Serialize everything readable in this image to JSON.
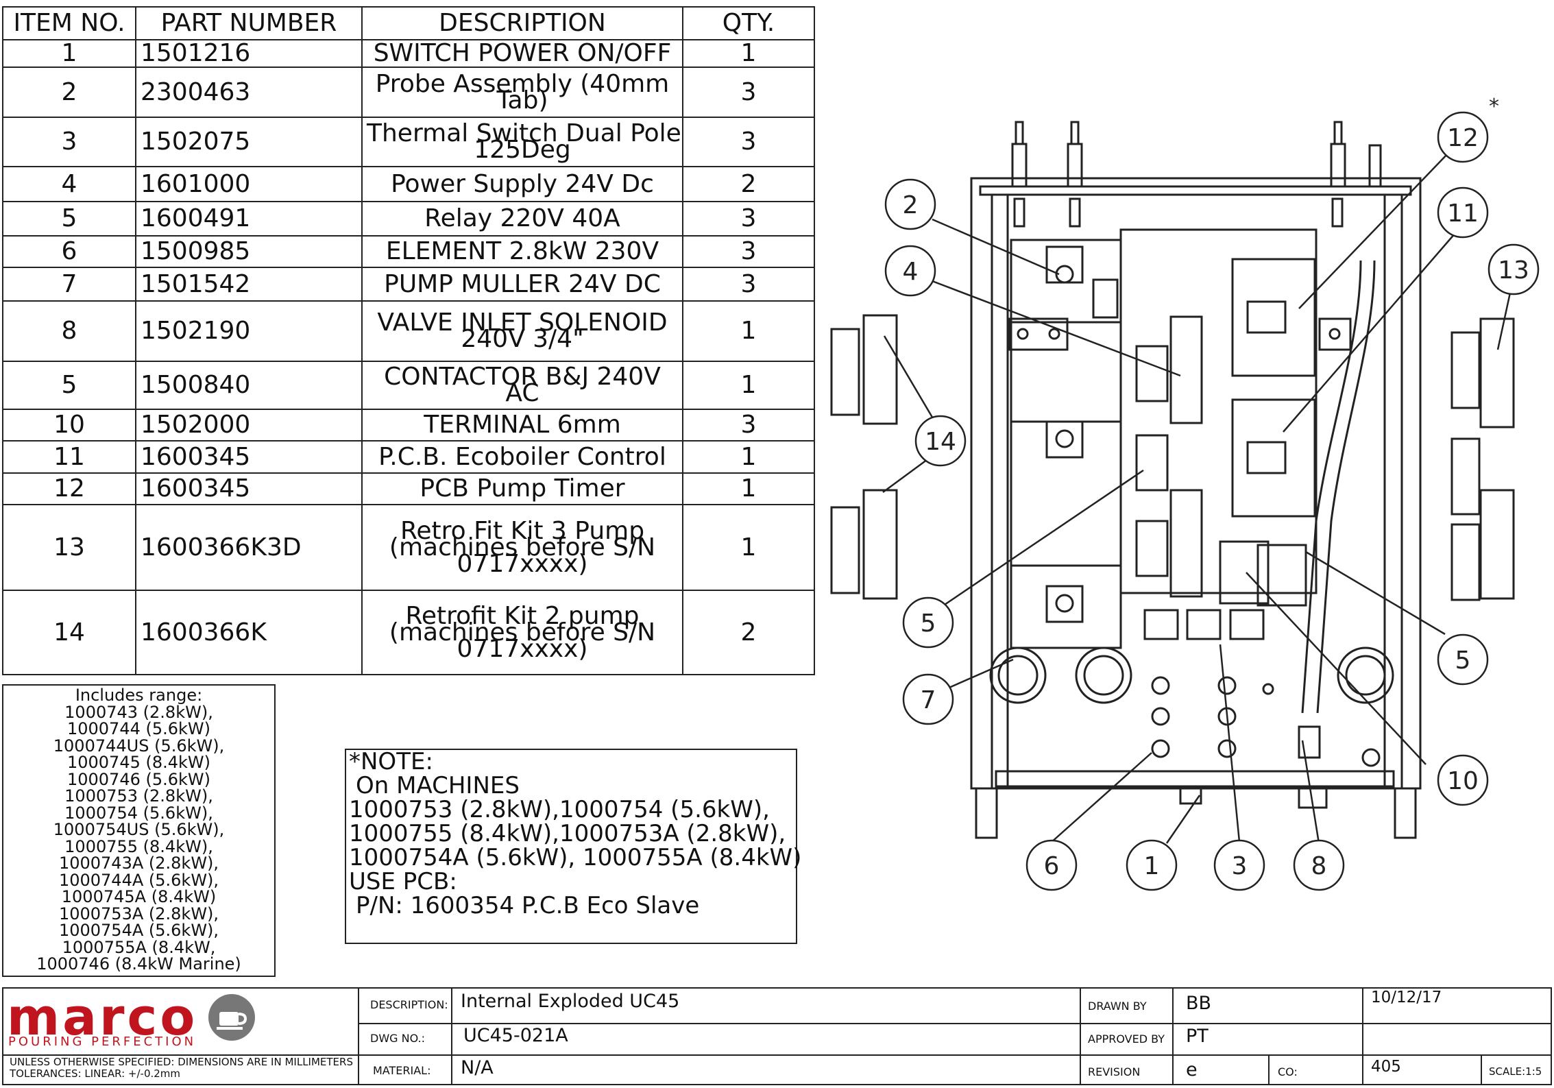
{
  "bom": {
    "headers": [
      "ITEM NO.",
      "PART NUMBER",
      "DESCRIPTION",
      "QTY."
    ],
    "rows": [
      {
        "item": "1",
        "part": "1501216",
        "desc": [
          "SWITCH POWER ON/OFF"
        ],
        "qty": "1"
      },
      {
        "item": "2",
        "part": "2300463",
        "desc": [
          "Probe Assembly (40mm",
          "Tab)"
        ],
        "qty": "3"
      },
      {
        "item": "3",
        "part": "1502075",
        "desc": [
          "Thermal Switch Dual Pole",
          "125Deg"
        ],
        "qty": "3"
      },
      {
        "item": "4",
        "part": "1601000",
        "desc": [
          "Power Supply 24V Dc"
        ],
        "qty": "2"
      },
      {
        "item": "5",
        "part": "1600491",
        "desc": [
          "Relay 220V 40A"
        ],
        "qty": "3"
      },
      {
        "item": "6",
        "part": "1500985",
        "desc": [
          "ELEMENT 2.8kW 230V"
        ],
        "qty": "3"
      },
      {
        "item": "7",
        "part": "1501542",
        "desc": [
          "PUMP MULLER 24V DC"
        ],
        "qty": "3"
      },
      {
        "item": "8",
        "part": "1502190",
        "desc": [
          "VALVE INLET SOLENOID",
          "240V 3/4\""
        ],
        "qty": "1"
      },
      {
        "item": "5",
        "part": "1500840",
        "desc": [
          "CONTACTOR B&J 240V",
          "AC"
        ],
        "qty": "1"
      },
      {
        "item": "10",
        "part": "1502000",
        "desc": [
          "TERMINAL 6mm"
        ],
        "qty": "3"
      },
      {
        "item": "11",
        "part": "1600345",
        "desc": [
          "P.C.B. Ecoboiler Control"
        ],
        "qty": "1"
      },
      {
        "item": "12",
        "part": "1600345",
        "desc": [
          "PCB Pump Timer"
        ],
        "qty": "1"
      },
      {
        "item": "13",
        "part": "1600366K3D",
        "desc": [
          "Retro Fit Kit 3 Pump",
          "(machines before S/N",
          "0717xxxx)"
        ],
        "qty": "1"
      },
      {
        "item": "14",
        "part": "1600366K",
        "desc": [
          "Retrofit Kit 2 pump",
          "(machines before S/N",
          "0717xxxx)"
        ],
        "qty": "2"
      }
    ]
  },
  "includes_range": {
    "lines": [
      "Includes range:",
      "1000743 (2.8kW),",
      "1000744 (5.6kW)",
      "1000744US (5.6kW),",
      "1000745 (8.4kW)",
      "1000746 (5.6kW)",
      "1000753 (2.8kW),",
      "1000754 (5.6kW),",
      "1000754US (5.6kW),",
      "1000755 (8.4kW),",
      "1000743A (2.8kW),",
      "1000744A  (5.6kW),",
      "1000745A  (8.4kW)",
      "1000753A (2.8kW),",
      "1000754A (5.6kW),",
      "1000755A (8.4kW,",
      "1000746 (8.4kW Marine)"
    ]
  },
  "note": {
    "lines": [
      "*NOTE:",
      "On MACHINES",
      "1000753 (2.8kW),1000754 (5.6kW),",
      "1000755 (8.4kW),1000753A (2.8kW),",
      "1000754A (5.6kW), 1000755A (8.4kW)",
      "USE PCB:",
      "P/N: 1600354 P.C.B Eco Slave"
    ]
  },
  "diagram": {
    "asterisk": "*",
    "balloons": [
      {
        "label": "2"
      },
      {
        "label": "4"
      },
      {
        "label": "14"
      },
      {
        "label": "5"
      },
      {
        "label": "7"
      },
      {
        "label": "6"
      },
      {
        "label": "1"
      },
      {
        "label": "3"
      },
      {
        "label": "8"
      },
      {
        "label": "10"
      },
      {
        "label": "5"
      },
      {
        "label": "13"
      },
      {
        "label": "11"
      },
      {
        "label": "12"
      }
    ]
  },
  "title_block": {
    "logo": "marco",
    "tagline": "POURING PERFECTION",
    "tolerance_lines": [
      "UNLESS OTHERWISE SPECIFIED: DIMENSIONS ARE IN MILLIMETERS",
      "TOLERANCES: LINEAR: +/-0.2mm"
    ],
    "description_label": "DESCRIPTION:",
    "description": "Internal Exploded UC45",
    "dwg_label": "DWG NO.:",
    "dwg_no": "UC45-021A",
    "material_label": "MATERIAL:",
    "material": "N/A",
    "drawn_label": "DRAWN BY",
    "drawn_by": "BB",
    "date": "10/12/17",
    "approved_label": "APPROVED BY",
    "approved_by": "PT",
    "revision_label": "REVISION",
    "revision": "e",
    "co_label": "CO:",
    "co": "405",
    "scale": "SCALE:1:5"
  },
  "colors": {
    "brand": "#c0151f",
    "line": "#222222"
  }
}
